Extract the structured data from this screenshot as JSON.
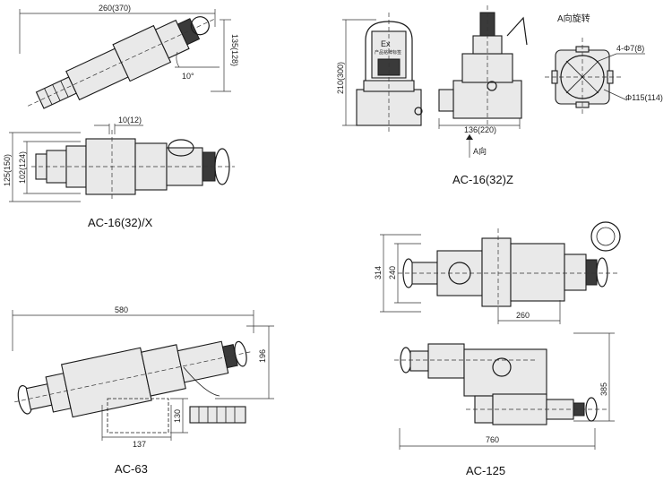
{
  "captions": {
    "ac16x": "AC-16(32)/X",
    "ac16z": "AC-16(32)Z",
    "ac63": "AC-63",
    "ac125": "AC-125"
  },
  "dims": {
    "x_len": "260(370)",
    "x_h": "135(128)",
    "x_angle": "10°",
    "x_w": "10(12)",
    "x_h1": "125(150)",
    "x_h2": "102(124)",
    "z_h": "210(300)",
    "z_w": "136(220)",
    "z_holes": "4-Φ7(8)",
    "z_pcd": "Φ115(114)",
    "z_view": "A向旋转",
    "z_arrow": "A向",
    "z_ex": "Ex",
    "z_plate": "产品铭牌标签",
    "a63_len": "580",
    "a63_h": "196",
    "a63_w": "137",
    "a63_h2": "130",
    "a125_h1": "314",
    "a125_h2": "240",
    "a125_w1": "260",
    "a125_h3": "385",
    "a125_len": "760"
  }
}
